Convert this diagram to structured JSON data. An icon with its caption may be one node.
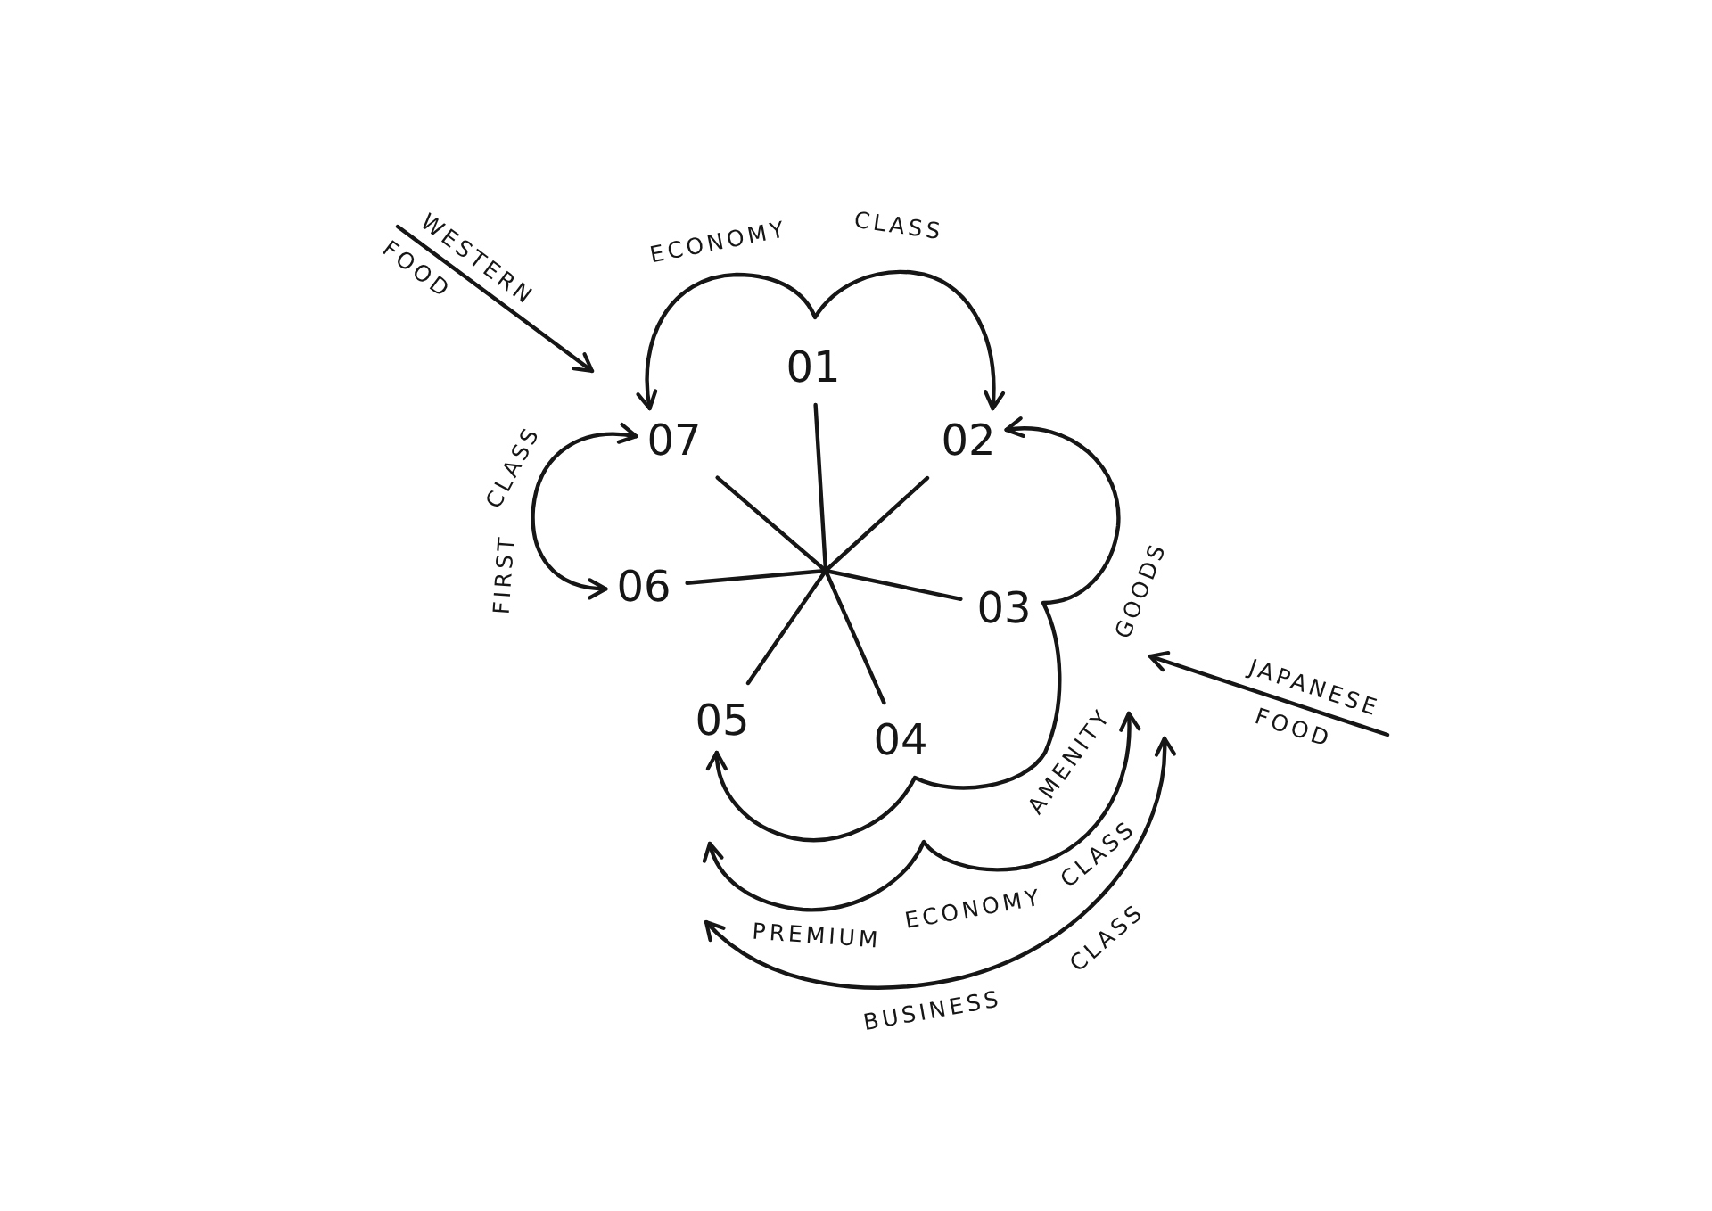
{
  "diagram": {
    "nodes": [
      {
        "text": [
          "01"
        ]
      },
      {
        "text": [
          "02"
        ]
      },
      {
        "text": [
          "03"
        ]
      },
      {
        "text": [
          "04"
        ]
      },
      {
        "text": [
          "05"
        ]
      },
      {
        "text": [
          "06"
        ]
      },
      {
        "text": [
          "07"
        ]
      },
      {
        "text": [
          "WESTERN",
          "FOOD"
        ]
      },
      {
        "text": [
          "JAPANESE",
          "FOOD"
        ]
      }
    ],
    "edges": [
      {
        "from": null,
        "to": 0,
        "arrow": "none"
      },
      {
        "from": null,
        "to": 1,
        "arrow": "none"
      },
      {
        "from": null,
        "to": 2,
        "arrow": "none"
      },
      {
        "from": null,
        "to": 3,
        "arrow": "none"
      },
      {
        "from": null,
        "to": 4,
        "arrow": "none"
      },
      {
        "from": null,
        "to": 5,
        "arrow": "none"
      },
      {
        "from": null,
        "to": 6,
        "arrow": "none"
      },
      {
        "from": 6,
        "to": 1,
        "arrow": "both",
        "label": "ECONOMY CLASS"
      },
      {
        "from": 6,
        "to": 5,
        "arrow": "both",
        "label": "FIRST CLASS"
      },
      {
        "from": 1,
        "to": 4,
        "arrow": "both",
        "label": "AMENITY GOODS"
      },
      {
        "from": 7,
        "to": null,
        "arrow": "to"
      },
      {
        "from": 8,
        "to": null,
        "arrow": "to"
      }
    ],
    "labels": [
      "PREMIUM ECONOMY CLASS",
      "BUSINESS CLASS"
    ]
  }
}
